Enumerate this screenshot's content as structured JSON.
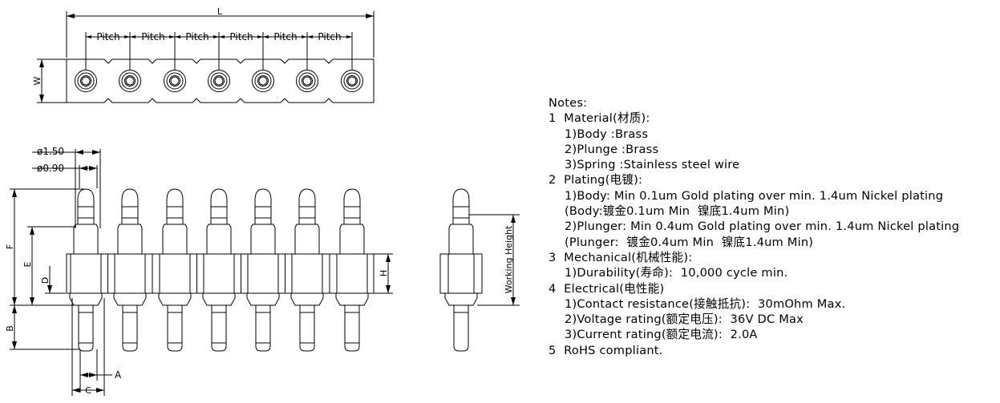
{
  "drawing": {
    "dim_labels": {
      "L": "L",
      "pitch": "Pitch",
      "W": "W",
      "d150": "ø1.50",
      "d090": "ø0.90",
      "F": "F",
      "E": "E",
      "D": "D",
      "B": "B",
      "A": "A",
      "C": "C",
      "H": "H",
      "working_height": "Working Height"
    }
  },
  "notes": [
    {
      "text": "Notes:",
      "indent": 0
    },
    {
      "text": "1  Material(材质):",
      "indent": 0
    },
    {
      "text": "1)Body :Brass",
      "indent": 1
    },
    {
      "text": "2)Plunge :Brass",
      "indent": 1
    },
    {
      "text": "3)Spring :Stainless steel wire",
      "indent": 1
    },
    {
      "text": "2  Plating(电镀):",
      "indent": 0
    },
    {
      "text": "1)Body: Min 0.1um Gold plating over min. 1.4um Nickel plating",
      "indent": 1
    },
    {
      "text": "(Body:镀金0.1um Min  镍底1.4um Min)",
      "indent": 1
    },
    {
      "text": "2)Plunger: Min 0.4um Gold plating over min. 1.4um Nickel plating",
      "indent": 1
    },
    {
      "text": "(Plunger:  镀金0.4um Min  镍底1.4um Min)",
      "indent": 1
    },
    {
      "text": "3  Mechanical(机械性能):",
      "indent": 0
    },
    {
      "text": "1)Durability(寿命):  10,000 cycle min.",
      "indent": 1
    },
    {
      "text": "4  Electrical(电性能)",
      "indent": 0
    },
    {
      "text": "1)Contact resistance(接触抵抗):  30mOhm Max.",
      "indent": 1
    },
    {
      "text": "2)Voltage rating(额定电压):  36V DC Max",
      "indent": 1
    },
    {
      "text": "3)Current rating(额定电流):  2.0A",
      "indent": 1
    },
    {
      "text": "5  RoHS compliant.",
      "indent": 0
    }
  ]
}
